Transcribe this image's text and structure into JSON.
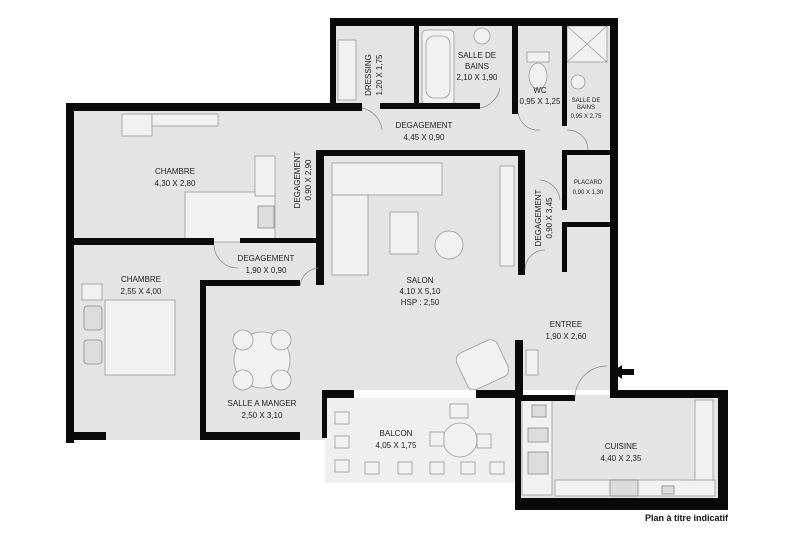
{
  "rooms": [
    {
      "id": "dressing",
      "name": "DRESSING",
      "dims": "1,20 X 1,75"
    },
    {
      "id": "sdb",
      "name": "SALLE DE BAINS",
      "dims": "2,10 X 1,90"
    },
    {
      "id": "wc",
      "name": "WC",
      "dims": "0,95 X 1,25"
    },
    {
      "id": "sdb2",
      "name": "SALLE DE BAINS",
      "dims": "0,95 X 2,75"
    },
    {
      "id": "deg1",
      "name": "DEGAGEMENT",
      "dims": "4,45 X 0,90"
    },
    {
      "id": "chambre1",
      "name": "CHAMBRE",
      "dims": "4,30 X 2,80"
    },
    {
      "id": "deg2",
      "name": "DEGAGEMENT",
      "dims": "0,90 X 2,90"
    },
    {
      "id": "placard",
      "name": "PLACARD",
      "dims": "0,90 X 1,30"
    },
    {
      "id": "deg3",
      "name": "DEGAGEMENT",
      "dims": "0,90 X 3,45"
    },
    {
      "id": "chambre2",
      "name": "CHAMBRE",
      "dims": "2,55 X 4,00"
    },
    {
      "id": "deg4",
      "name": "DEGAGEMENT",
      "dims": "1,90 X 0,90"
    },
    {
      "id": "salon",
      "name": "SALON",
      "dims": "4,10 X 5,10",
      "extra": "HSP : 2,50"
    },
    {
      "id": "entree",
      "name": "ENTREE",
      "dims": "1,90 X 2,60"
    },
    {
      "id": "salle",
      "name": "SALLE A MANGER",
      "dims": "2,50 X 3,10"
    },
    {
      "id": "balcon",
      "name": "BALCON",
      "dims": "4,05 X 1,75"
    },
    {
      "id": "cuisine",
      "name": "CUISINE",
      "dims": "4,40 X 2,35"
    }
  ],
  "disclaimer": "Plan à titre indicatif",
  "colors": {
    "floor": "#e4e4e4",
    "wall": "#0a0a0a",
    "furniture": "#f1f1f1"
  }
}
